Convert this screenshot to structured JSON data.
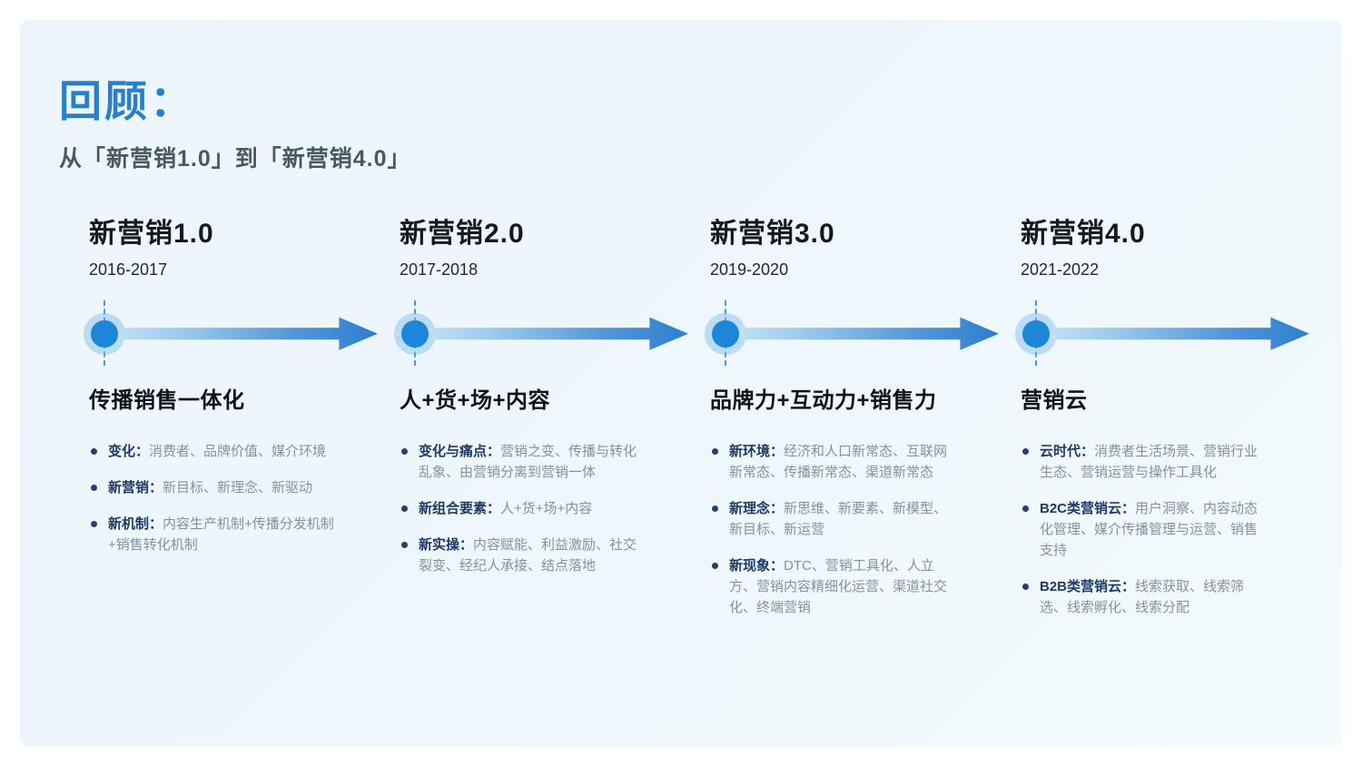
{
  "slide": {
    "title": "回顾：",
    "subtitle": "从「新营销1.0」到「新营销4.0」"
  },
  "stages": [
    {
      "title": "新营销1.0",
      "years": "2016-2017",
      "tagline": "传播销售一体化",
      "bullets": [
        {
          "label": "变化：",
          "text": "消费者、品牌价值、媒介环境"
        },
        {
          "label": "新营销：",
          "text": "新目标、新理念、新驱动"
        },
        {
          "label": "新机制：",
          "text": "内容生产机制+传播分发机制+销售转化机制"
        }
      ]
    },
    {
      "title": "新营销2.0",
      "years": "2017-2018",
      "tagline": "人+货+场+内容",
      "bullets": [
        {
          "label": "变化与痛点：",
          "text": "营销之变、传播与转化乱象、由营销分离到营销一体"
        },
        {
          "label": "新组合要素：",
          "text": "人+货+场+内容"
        },
        {
          "label": "新实操：",
          "text": "内容赋能、利益激励、社交裂变、经纪人承接、结点落地"
        }
      ]
    },
    {
      "title": "新营销3.0",
      "years": "2019-2020",
      "tagline": "品牌力+互动力+销售力",
      "bullets": [
        {
          "label": "新环境：",
          "text": "经济和人口新常态、互联网新常态、传播新常态、渠道新常态"
        },
        {
          "label": "新理念：",
          "text": "新思维、新要素、新模型、新目标、新运营"
        },
        {
          "label": "新现象：",
          "text": "DTC、营销工具化、人立方、营销内容精细化运营、渠道社交化、终端营销"
        }
      ]
    },
    {
      "title": "新营销4.0",
      "years": "2021-2022",
      "tagline": "营销云",
      "bullets": [
        {
          "label": "云时代：",
          "text": "消费者生活场景、营销行业生态、营销运营与操作工具化"
        },
        {
          "label": "B2C类营销云：",
          "text": "用户洞察、内容动态化管理、媒介传播管理与运营、销售支持"
        },
        {
          "label": "B2B类营销云：",
          "text": "线索获取、线索筛选、线索孵化、线索分配"
        }
      ]
    }
  ],
  "colors": {
    "title_blue": "#2a80c8",
    "dot_blue": "#1d86d6",
    "dash_blue": "#4b99dc",
    "arrow_light": "#c0e0f4",
    "arrow_dark": "#2e7ecf",
    "label_navy": "#1e3a66",
    "body_gray": "#8492a0",
    "card_bg": "#eef7fc"
  }
}
